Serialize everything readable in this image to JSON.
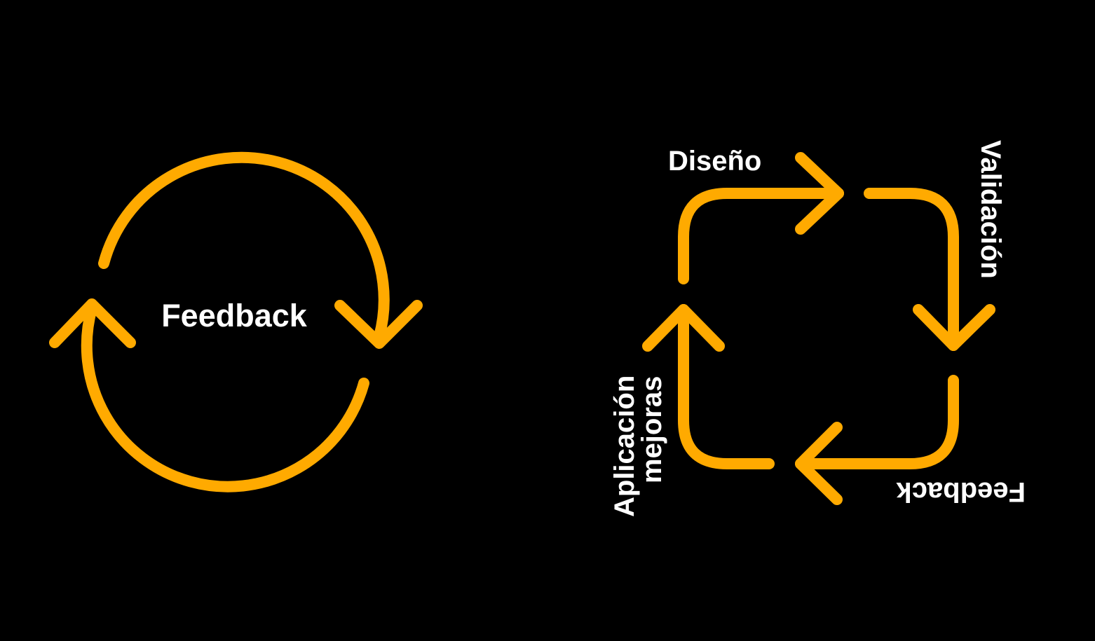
{
  "colors": {
    "background": "#000000",
    "accent": "#FFAA00",
    "text": "#FFFFFF"
  },
  "left_cycle": {
    "label": "Feedback"
  },
  "right_cycle": {
    "steps": {
      "design": "Diseño",
      "validation": "Validación",
      "feedback": "Feedback",
      "apply_line1": "Aplicación",
      "apply_line2": "mejoras"
    }
  }
}
